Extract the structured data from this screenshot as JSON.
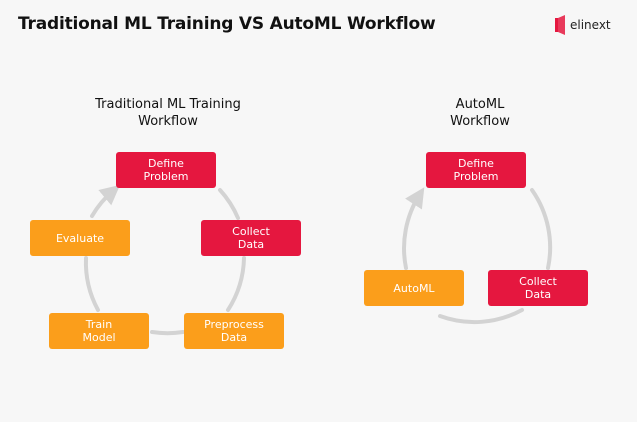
{
  "header": {
    "title": "Traditional ML Training VS AutoML Workflow",
    "logo_text": "elinext"
  },
  "traditional": {
    "title_line1": "Traditional ML Training",
    "title_line2": "Workflow",
    "nodes": {
      "define": {
        "line1": "Define",
        "line2": "Problem"
      },
      "collect": {
        "line1": "Collect",
        "line2": "Data"
      },
      "preprocess": {
        "line1": "Preprocess",
        "line2": "Data"
      },
      "train": {
        "line1": "Train",
        "line2": "Model"
      },
      "evaluate": {
        "line1": "Evaluate"
      }
    }
  },
  "automl": {
    "title_line1": "AutoML",
    "title_line2": "Workflow",
    "nodes": {
      "define": {
        "line1": "Define",
        "line2": "Problem"
      },
      "collect": {
        "line1": "Collect",
        "line2": "Data"
      },
      "automl": {
        "line1": "AutoML"
      }
    }
  },
  "colors": {
    "red": "#e5173f",
    "orange": "#fb9e1b",
    "arc": "#d3d3d3",
    "background": "#f7f7f7"
  }
}
